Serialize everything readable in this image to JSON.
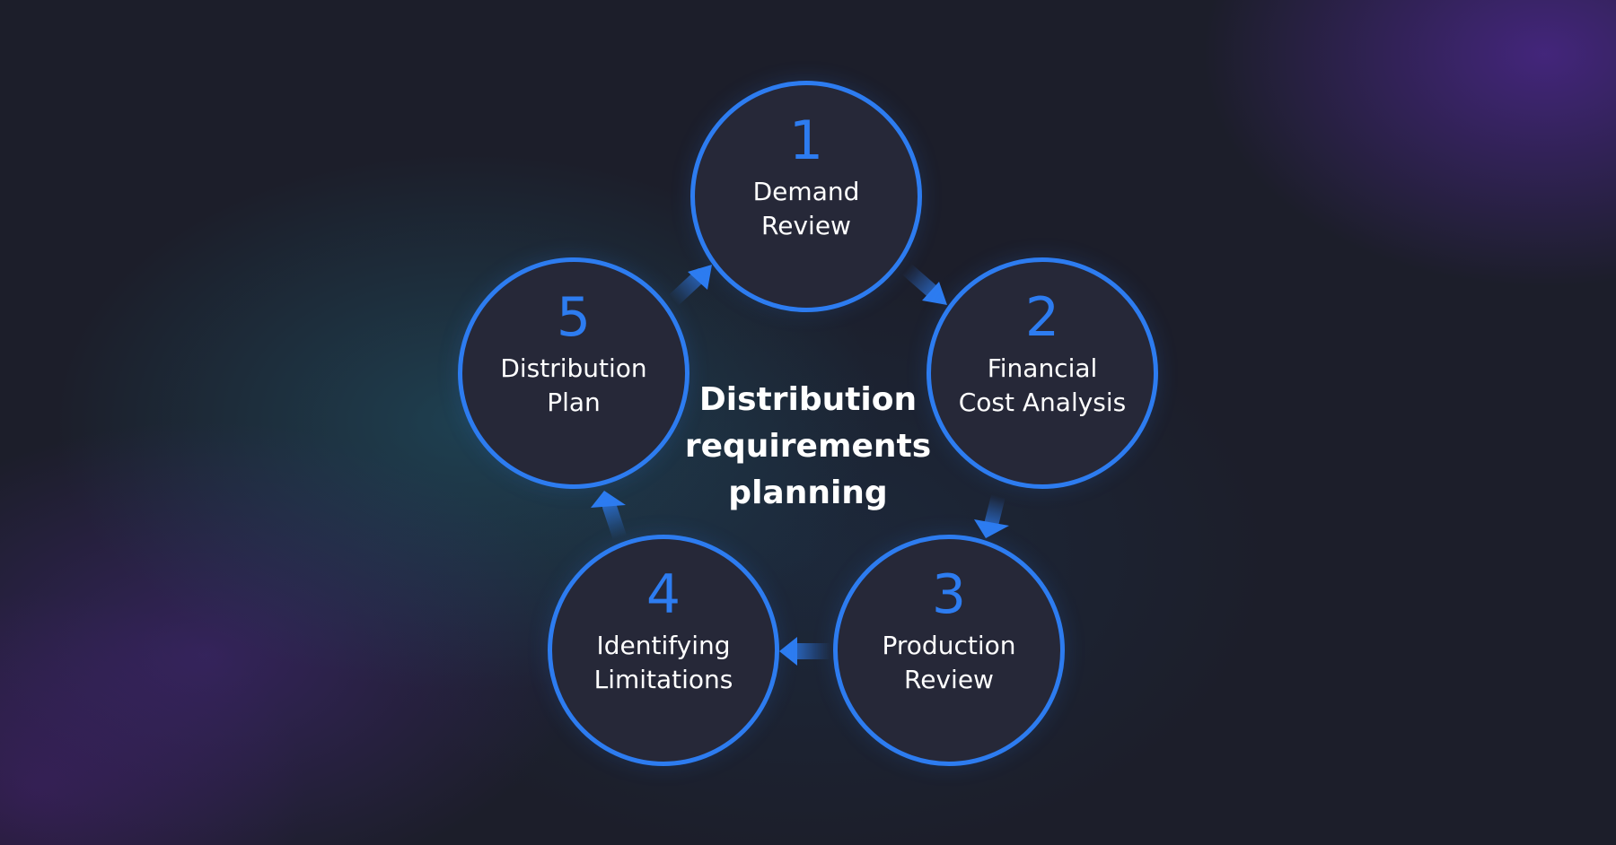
{
  "diagram": {
    "title_lines": [
      "Distribution",
      "requirements",
      "planning"
    ],
    "steps": [
      {
        "number": "1",
        "lines": [
          "Demand",
          "Review"
        ]
      },
      {
        "number": "2",
        "lines": [
          "Financial",
          "Cost Analysis"
        ]
      },
      {
        "number": "3",
        "lines": [
          "Production",
          "Review"
        ]
      },
      {
        "number": "4",
        "lines": [
          "Identifying",
          "Limitations"
        ]
      },
      {
        "number": "5",
        "lines": [
          "Distribution",
          "Plan"
        ]
      }
    ],
    "colors": {
      "accent": "#2d7cf0",
      "node_fill": "#262838",
      "text": "#ffffff",
      "background": "#1c1e2a"
    },
    "flow": "clockwise cycle 1 → 2 → 3 → 4 → 5 → 1"
  }
}
